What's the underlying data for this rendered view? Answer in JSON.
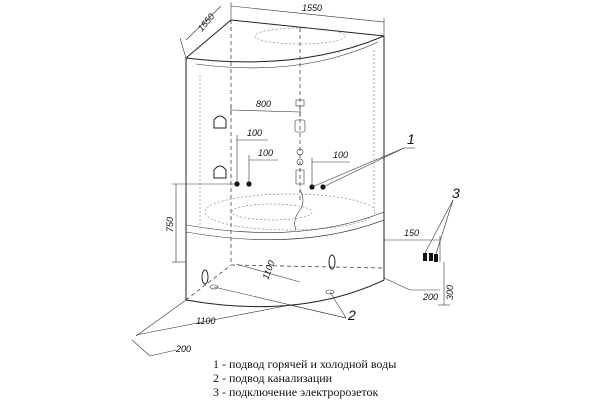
{
  "dimensions": {
    "top_width": "1550",
    "top_depth": "1550",
    "span_800": "800",
    "span_100_a": "100",
    "span_100_b": "100",
    "span_100_c": "100",
    "height_750": "750",
    "inner_1100": "1100",
    "base_1100": "1100",
    "base_200": "200",
    "right_150": "150",
    "right_200": "200",
    "right_300": "300"
  },
  "callouts": {
    "c1": "1",
    "c2": "2",
    "c3": "3"
  },
  "legend": {
    "item1": "1 - подвод горячей и холодной воды",
    "item2": "2 - подвод канализации",
    "item3": "3 - подключение электророзеток"
  }
}
